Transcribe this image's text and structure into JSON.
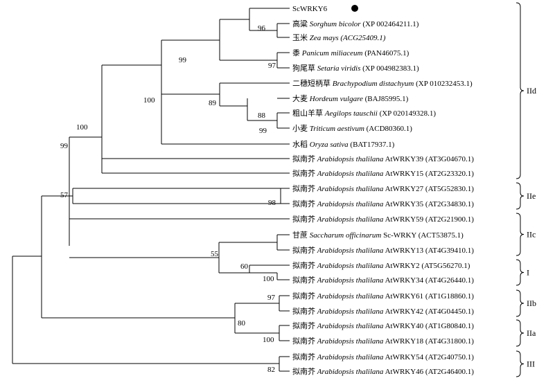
{
  "taxa": [
    {
      "cn": "",
      "sp": "",
      "gene": "ScWRKY6",
      "acc": "",
      "marker": true
    },
    {
      "cn": "高粱",
      "sp": "Sorghum bicolor",
      "gene": "",
      "acc": "(XP 002464211.1)"
    },
    {
      "cn": "玉米",
      "sp": "Zea mays",
      "gene": "",
      "acc": "(ACG25409.1)",
      "acc_italic": true
    },
    {
      "cn": "黍",
      "sp": "Panicum miliaceum",
      "gene": "",
      "acc": "(PAN46075.1)"
    },
    {
      "cn": "狗尾草",
      "sp": "Setaria viridis",
      "gene": "",
      "acc": "(XP 004982383.1)"
    },
    {
      "cn": "二穗短柄草",
      "sp": "Brachypodium distachyum",
      "gene": "",
      "acc": "(XP 010232453.1)"
    },
    {
      "cn": "大麦",
      "sp": "Hordeum vulgare",
      "gene": "",
      "acc": "(BAJ85995.1)"
    },
    {
      "cn": "粗山羊草",
      "sp": "Aegilops tauschii",
      "gene": "",
      "acc": "(XP 020149328.1)"
    },
    {
      "cn": "小麦",
      "sp": "Triticum aestivum",
      "gene": "",
      "acc": "(ACD80360.1)"
    },
    {
      "cn": "水稻",
      "sp": "Oryza sativa",
      "gene": "",
      "acc": "(BAT17937.1)"
    },
    {
      "cn": "拟南芥",
      "sp": "Arabidopsis thalilana",
      "gene": "AtWRKY39",
      "acc": "(AT3G04670.1)"
    },
    {
      "cn": "拟南芥",
      "sp": "Arabidopsis thalilana",
      "gene": "AtWRKY15",
      "acc": "(AT2G23320.1)"
    },
    {
      "cn": "拟南芥",
      "sp": "Arabidopsis thalilana",
      "gene": "AtWRKY27",
      "acc": "(AT5G52830.1)"
    },
    {
      "cn": "拟南芥",
      "sp": "Arabidopsis thalilana",
      "gene": "AtWRKY35",
      "acc": "(AT2G34830.1)"
    },
    {
      "cn": "拟南芥",
      "sp": "Arabidopsis thalilana",
      "gene": "AtWRKY59",
      "acc": "(AT2G21900.1)"
    },
    {
      "cn": "甘蔗",
      "sp": "Saccharum officinarum",
      "gene": "Sc-WRKY",
      "acc": "(ACT53875.1)"
    },
    {
      "cn": "拟南芥",
      "sp": "Arabidopsis thalilana",
      "gene": "AtWRKY13",
      "acc": "(AT4G39410.1)"
    },
    {
      "cn": "拟南芥",
      "sp": "Arabidopsis thalilana",
      "gene": "AtWRKY2",
      "acc": "(AT5G56270.1)"
    },
    {
      "cn": "拟南芥",
      "sp": "Arabidopsis thalilana",
      "gene": "AtWRKY34",
      "acc": "(AT4G26440.1)"
    },
    {
      "cn": "拟南芥",
      "sp": "Arabidopsis thalilana",
      "gene": "AtWRKY61",
      "acc": "(AT1G18860.1)"
    },
    {
      "cn": "拟南芥",
      "sp": "Arabidopsis thalilana",
      "gene": "AtWRKY42",
      "acc": "(AT4G04450.1)"
    },
    {
      "cn": "拟南芥",
      "sp": "Arabidopsis thalilana",
      "gene": "AtWRKY40",
      "acc": "(AT1G80840.1)"
    },
    {
      "cn": "拟南芥",
      "sp": "Arabidopsis thalilana",
      "gene": "AtWRKY18",
      "acc": "(AT4G31800.1)"
    },
    {
      "cn": "拟南芥",
      "sp": "Arabidopsis thalilana",
      "gene": "AtWRKY54",
      "acc": "(AT2G40750.1)"
    },
    {
      "cn": "拟南芥",
      "sp": "Arabidopsis thalilana",
      "gene": "AtWRKY46",
      "acc": "(AT2G46400.1)"
    }
  ],
  "groups": [
    {
      "label": "IId",
      "from": 0,
      "to": 11
    },
    {
      "label": "IIe",
      "from": 12,
      "to": 13
    },
    {
      "label": "IIc",
      "from": 14,
      "to": 16
    },
    {
      "label": "I",
      "from": 17,
      "to": 18
    },
    {
      "label": "IIb",
      "from": 19,
      "to": 20
    },
    {
      "label": "IIa",
      "from": 21,
      "to": 22
    },
    {
      "label": "III",
      "from": 23,
      "to": 24
    }
  ],
  "bootstrap_values": [
    "96",
    "97",
    "99",
    "89",
    "88",
    "99",
    "100",
    "100",
    "99",
    "98",
    "57",
    "60",
    "100",
    "55",
    "97",
    "100",
    "80",
    "82"
  ],
  "colors": {
    "ink": "#000000",
    "background": "#ffffff"
  }
}
